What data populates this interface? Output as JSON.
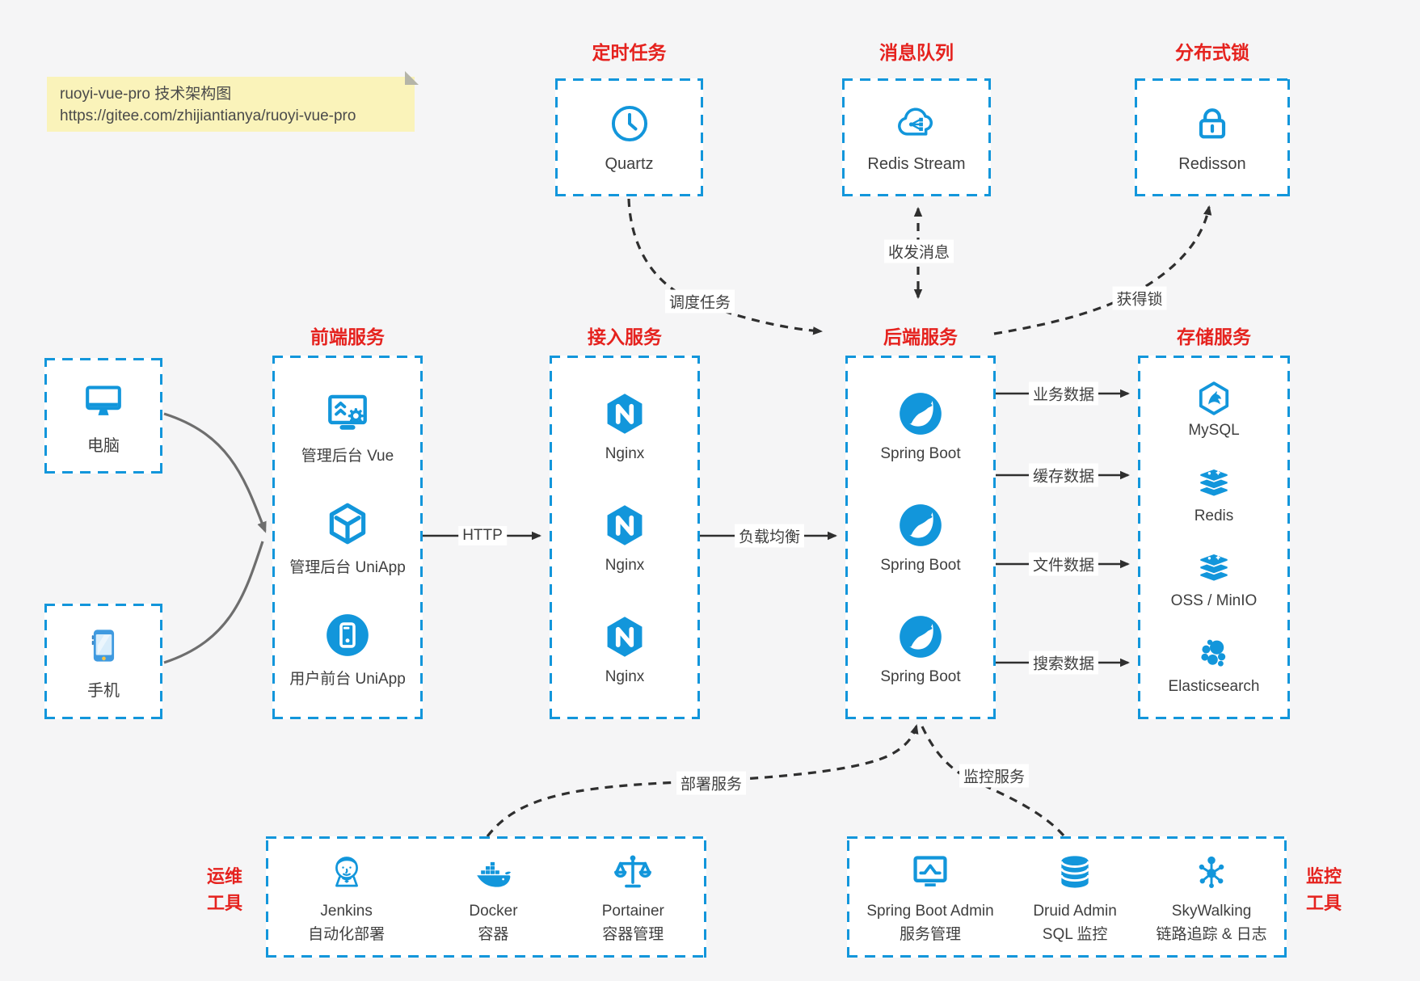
{
  "note": {
    "line1": "ruoyi-vue-pro 技术架构图",
    "line2": "https://gitee.com/zhijiantianya/ruoyi-vue-pro"
  },
  "colors": {
    "accent_blue": "#1296db",
    "title_red": "#e5221e",
    "note_bg": "#faf3ba",
    "page_bg": "#f5f5f6",
    "label_text": "#3f3f3f",
    "arrow_dark": "#2f2f2f",
    "arrow_gray": "#6e6e6e"
  },
  "top_groups": [
    {
      "title": "定时任务",
      "item": {
        "icon": "clock-icon",
        "label": "Quartz"
      }
    },
    {
      "title": "消息队列",
      "item": {
        "icon": "cloud-stream-icon",
        "label": "Redis Stream"
      }
    },
    {
      "title": "分布式锁",
      "item": {
        "icon": "lock-icon",
        "label": "Redisson"
      }
    }
  ],
  "clients": [
    {
      "icon": "desktop-icon",
      "label": "电脑"
    },
    {
      "icon": "smartphone-icon",
      "label": "手机"
    }
  ],
  "service_columns": [
    {
      "title": "前端服务",
      "items": [
        {
          "icon": "admin-vue-icon",
          "label": "管理后台 Vue"
        },
        {
          "icon": "uniapp-cube-icon",
          "label": "管理后台 UniApp"
        },
        {
          "icon": "user-app-icon",
          "label": "用户前台 UniApp"
        }
      ]
    },
    {
      "title": "接入服务",
      "items": [
        {
          "icon": "nginx-icon",
          "label": "Nginx"
        },
        {
          "icon": "nginx-icon",
          "label": "Nginx"
        },
        {
          "icon": "nginx-icon",
          "label": "Nginx"
        }
      ]
    },
    {
      "title": "后端服务",
      "items": [
        {
          "icon": "spring-icon",
          "label": "Spring Boot"
        },
        {
          "icon": "spring-icon",
          "label": "Spring Boot"
        },
        {
          "icon": "spring-icon",
          "label": "Spring Boot"
        }
      ]
    },
    {
      "title": "存储服务",
      "items": [
        {
          "icon": "mysql-icon",
          "label": "MySQL"
        },
        {
          "icon": "redis-stack-icon",
          "label": "Redis"
        },
        {
          "icon": "redis-stack-icon",
          "label": "OSS / MinIO"
        },
        {
          "icon": "elasticsearch-icon",
          "label": "Elasticsearch"
        }
      ]
    }
  ],
  "bottom_groups": [
    {
      "side_label": [
        "运维",
        "工具"
      ],
      "items": [
        {
          "icon": "jenkins-icon",
          "name": "Jenkins",
          "desc": "自动化部署"
        },
        {
          "icon": "docker-icon",
          "name": "Docker",
          "desc": "容器"
        },
        {
          "icon": "portainer-icon",
          "name": "Portainer",
          "desc": "容器管理"
        }
      ]
    },
    {
      "side_label": [
        "监控",
        "工具"
      ],
      "items": [
        {
          "icon": "spring-boot-admin-icon",
          "name": "Spring Boot Admin",
          "desc": "服务管理"
        },
        {
          "icon": "druid-icon",
          "name": "Druid Admin",
          "desc": "SQL 监控"
        },
        {
          "icon": "skywalking-icon",
          "name": "SkyWalking",
          "desc": "链路追踪 & 日志"
        }
      ]
    }
  ],
  "edges": {
    "http": "HTTP",
    "load_balance": "负载均衡",
    "business_data": "业务数据",
    "cache_data": "缓存数据",
    "file_data": "文件数据",
    "search_data": "搜索数据",
    "schedule_task": "调度任务",
    "send_receive_message": "收发消息",
    "acquire_lock": "获得锁",
    "deploy_service": "部署服务",
    "monitor_service": "监控服务"
  }
}
